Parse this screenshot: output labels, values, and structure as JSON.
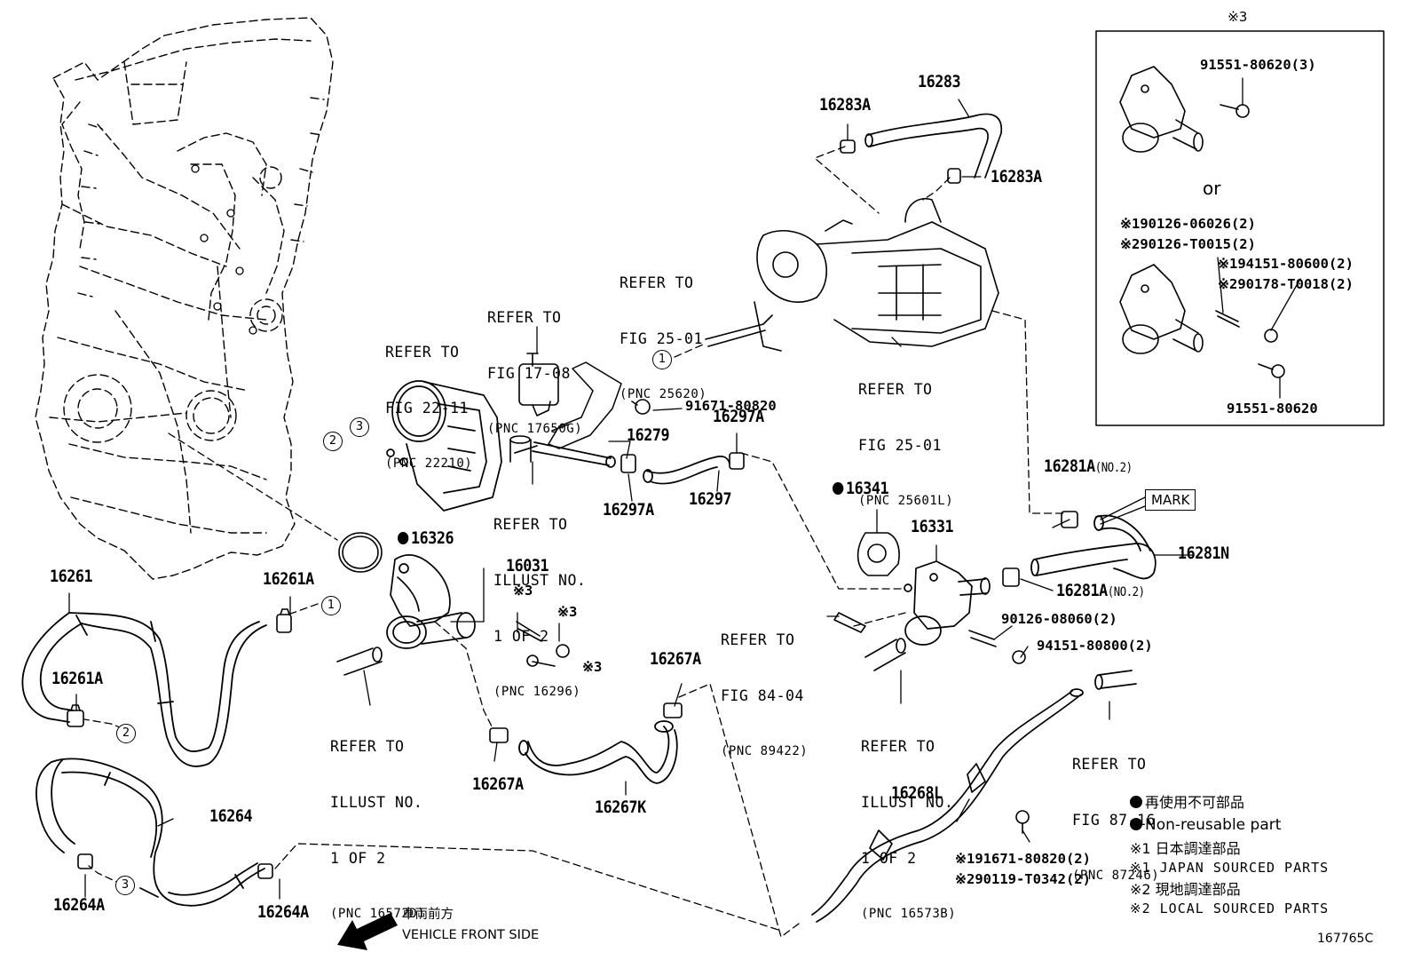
{
  "diagram_code": "167765C",
  "labels": {
    "p16261": "16261",
    "p16261A_top": "16261A",
    "p16261A_left": "16261A",
    "p16264": "16264",
    "p16264A_left": "16264A",
    "p16264A_right": "16264A",
    "p16326": "16326",
    "p16031": "16031",
    "p16279": "16279",
    "p16297A_top": "16297A",
    "p16297A_bot": "16297A",
    "p16297": "16297",
    "p16283": "16283",
    "p16283A_left": "16283A",
    "p16283A_right": "16283A",
    "p16341": "16341",
    "p16331": "16331",
    "p16281A_top": "16281A",
    "p16281A_top_suffix": "(NO.2)",
    "p16281A_mid": "16281A",
    "p16281A_mid_suffix": "(NO.2)",
    "p16281N": "16281N",
    "p16267A_top": "16267A",
    "p16267A_bot": "16267A",
    "p16267K": "16267K",
    "p16268L": "16268L",
    "p91671": "91671-80820",
    "p90126": "90126-08060(2)",
    "p94151": "94151-80800(2)",
    "note_91671": "※191671-80820(2)",
    "note_90119": "※290119-T0342(2)",
    "s3_a": "※3",
    "s3_b": "※3",
    "s3_c": "※3"
  },
  "refs": {
    "fig22": [
      "REFER TO",
      "FIG 22-11",
      "(PNC 22210)"
    ],
    "fig17": [
      "REFER TO",
      "FIG 17-08",
      "(PNC 17650G)"
    ],
    "fig25a": [
      "REFER TO",
      "FIG 25-01",
      "(PNC 25620)"
    ],
    "fig25b": [
      "REFER TO",
      "FIG 25-01",
      "(PNC 25601L)"
    ],
    "illust16296": [
      "REFER TO",
      "ILLUST NO.",
      "1 OF 2",
      "(PNC 16296)"
    ],
    "illust16572": [
      "REFER TO",
      "ILLUST NO.",
      "1 OF 2",
      "(PNC 16572D)"
    ],
    "fig84": [
      "REFER TO",
      "FIG 84-04",
      "(PNC 89422)"
    ],
    "illust16573": [
      "REFER TO",
      "ILLUST NO.",
      "1 OF 2",
      "(PNC 16573B)"
    ],
    "fig87": [
      "REFER TO",
      "FIG 87-16",
      "(PNC 87246)"
    ]
  },
  "inset": {
    "header": "※3",
    "top_part": "91551-80620(3)",
    "or": "or",
    "lines": [
      "※190126-06026(2)",
      "※290126-T0015(2)",
      "※194151-80600(2)",
      "※290178-T0018(2)"
    ],
    "bottom_part": "91551-80620"
  },
  "mark_label": "MARK",
  "circle_refs": [
    "1",
    "2",
    "3",
    "1",
    "2",
    "3"
  ],
  "legend": {
    "nonreusable_jp": "再使用不可部品",
    "nonreusable_en": "Non-reusable part",
    "japan_jp": "※1 日本調達部品",
    "japan_en": "※1 JAPAN SOURCED PARTS",
    "local_jp": "※2 現地調達部品",
    "local_en": "※2 LOCAL SOURCED PARTS"
  },
  "front": {
    "jp": "車両前方",
    "en": "VEHICLE FRONT SIDE"
  }
}
